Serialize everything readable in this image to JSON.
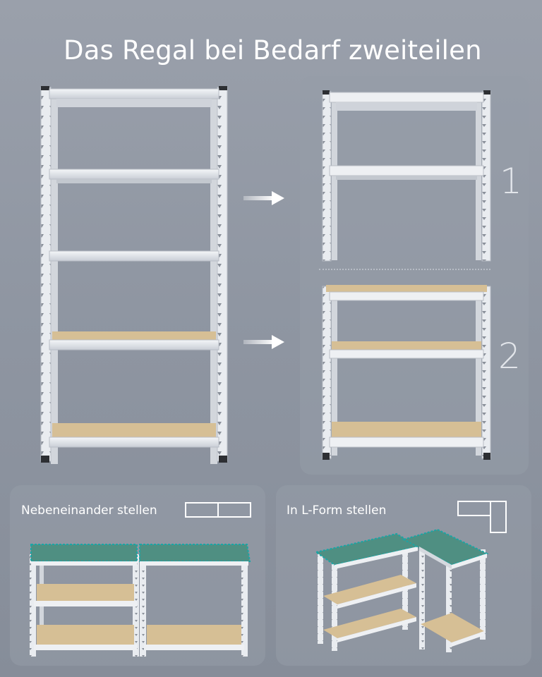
{
  "headline": "Das Regal bei Bedarf zweiteilen",
  "parts": [
    {
      "number": "1"
    },
    {
      "number": "2"
    }
  ],
  "options": [
    {
      "label": "Nebeneinander stellen",
      "layout_icon": "side-by-side-layout-icon"
    },
    {
      "label": "In L-Form stellen",
      "layout_icon": "l-shape-layout-icon"
    }
  ],
  "colors": {
    "metal": "#e9ecf0",
    "metal_shadow": "#b9bec6",
    "board": "#d6bf95",
    "highlight_top": "#4f8f82",
    "highlight_edge": "#1aa5a5",
    "text": "#ffffff"
  }
}
